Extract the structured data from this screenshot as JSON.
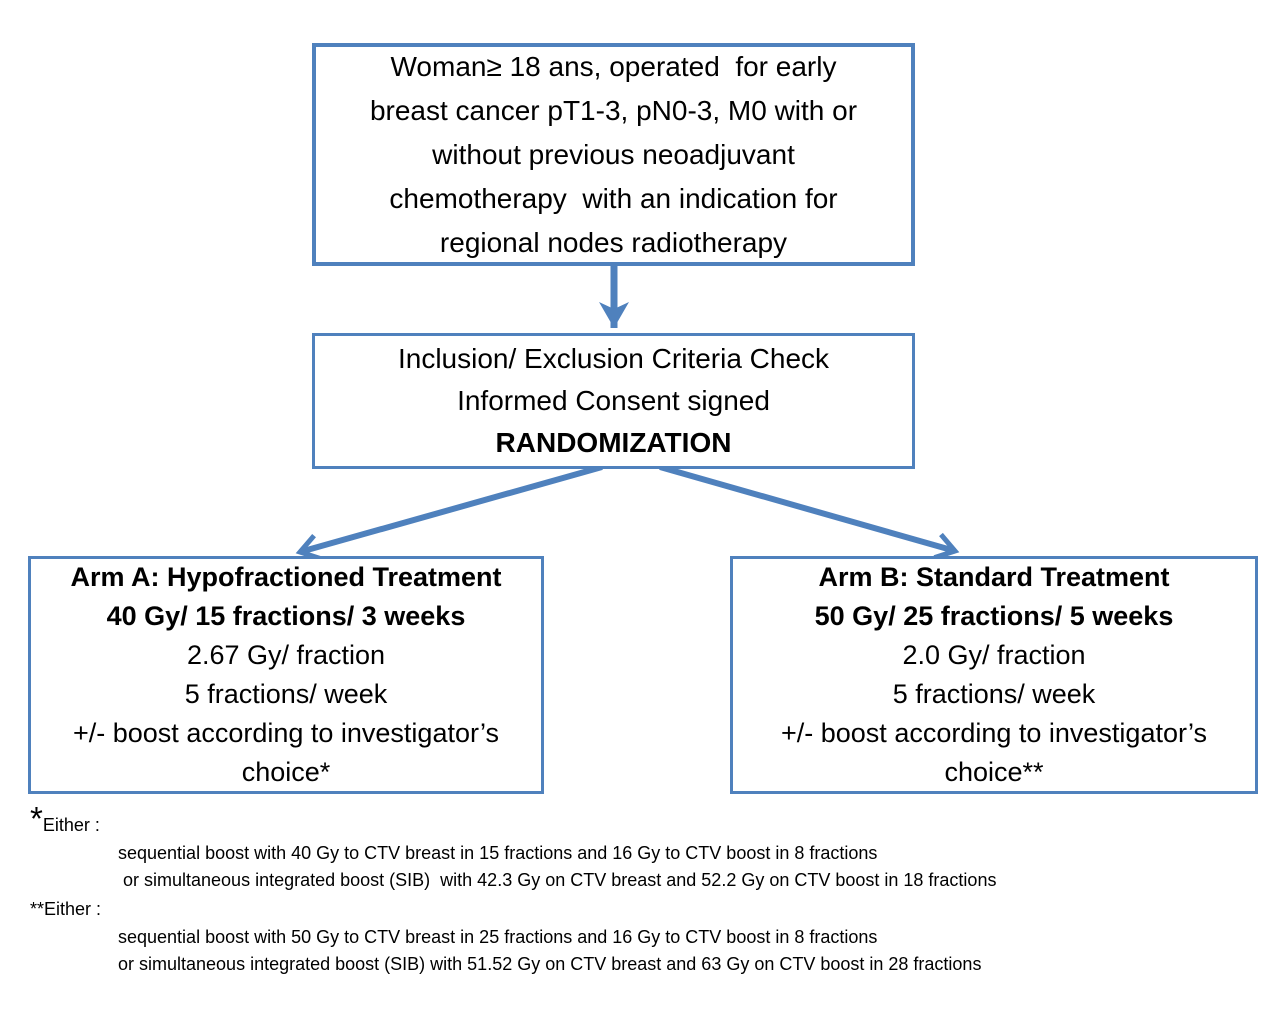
{
  "colors": {
    "accent": "#4f81bd",
    "text": "#000000",
    "background": "#ffffff"
  },
  "boxes": {
    "eligibility": {
      "lines": [
        "Woman≥ 18 ans, operated  for early",
        "breast cancer pT1-3, pN0-3, M0 with or",
        "without previous neoadjuvant",
        "chemotherapy  with an indication for",
        "regional nodes radiotherapy"
      ]
    },
    "randomization": {
      "lines": [
        "Inclusion/ Exclusion Criteria Check",
        "Informed Consent signed"
      ],
      "emphasis": "RANDOMIZATION"
    },
    "arm_a": {
      "title": "Arm A: Hypofractioned Treatment",
      "dose_summary": "40 Gy/ 15 fractions/ 3 weeks",
      "details": [
        "2.67 Gy/ fraction",
        "5 fractions/ week",
        "+/- boost according to investigator’s choice*"
      ]
    },
    "arm_b": {
      "title": "Arm B: Standard Treatment",
      "dose_summary": "50 Gy/ 25 fractions/ 5 weeks",
      "details": [
        "2.0 Gy/ fraction",
        "5 fractions/ week",
        "+/- boost according to investigator’s choice**"
      ]
    }
  },
  "footnotes": {
    "star": {
      "marker": "*",
      "label": "Either :",
      "options": [
        "sequential boost with 40 Gy to CTV breast in 15 fractions and 16 Gy to CTV boost in 8 fractions",
        " or simultaneous integrated boost (SIB)  with 42.3 Gy on CTV breast and 52.2 Gy on CTV boost in 18 fractions"
      ]
    },
    "double_star": {
      "marker": "**",
      "label": "Either :",
      "options": [
        "sequential boost with 50 Gy to CTV breast in 25 fractions and 16 Gy to CTV boost in 8 fractions",
        "or simultaneous integrated boost (SIB) with 51.52 Gy on CTV breast and 63 Gy on CTV boost in 28 fractions"
      ]
    }
  }
}
